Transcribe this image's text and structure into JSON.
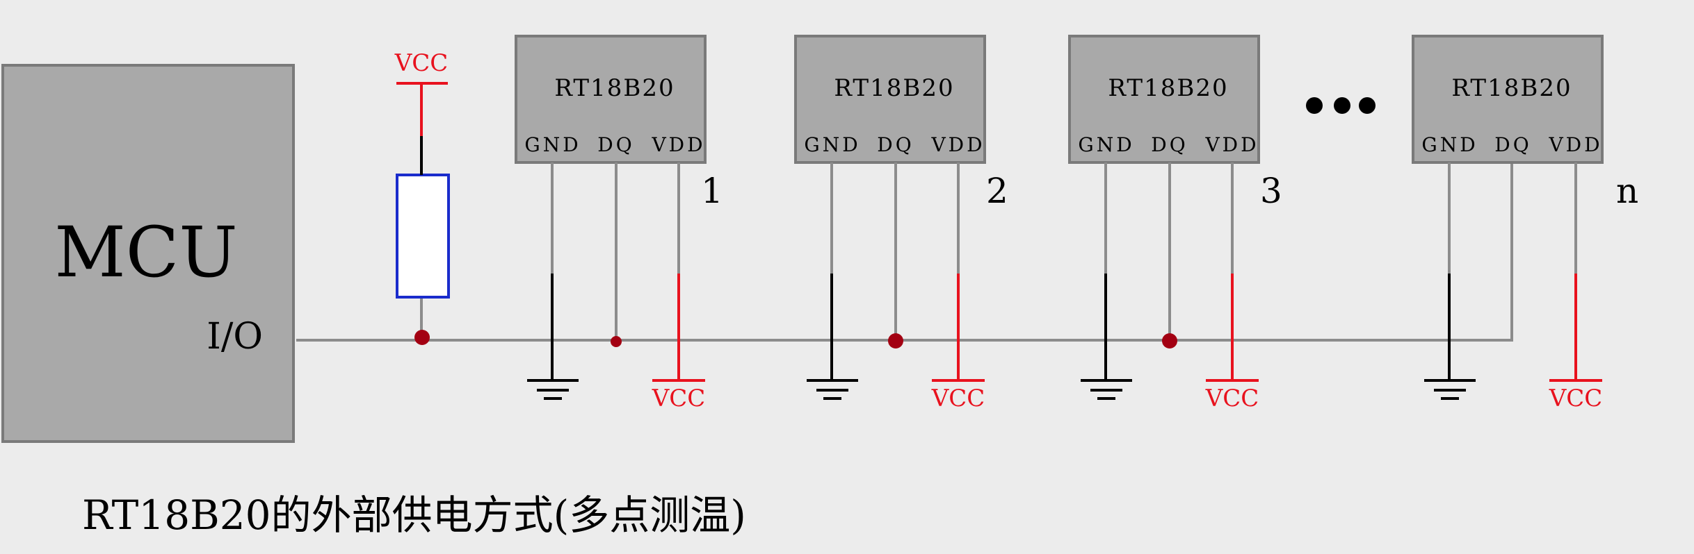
{
  "mcu": {
    "label": "MCU",
    "io_label": "I/O"
  },
  "pullup": {
    "vcc_label": "VCC"
  },
  "sensors": [
    {
      "name": "RT18B20",
      "number": "1",
      "pins": [
        "GND",
        "DQ",
        "VDD"
      ],
      "vcc_label": "VCC"
    },
    {
      "name": "RT18B20",
      "number": "2",
      "pins": [
        "GND",
        "DQ",
        "VDD"
      ],
      "vcc_label": "VCC"
    },
    {
      "name": "RT18B20",
      "number": "3",
      "pins": [
        "GND",
        "DQ",
        "VDD"
      ],
      "vcc_label": "VCC"
    },
    {
      "name": "RT18B20",
      "number": "n",
      "pins": [
        "GND",
        "DQ",
        "VDD"
      ],
      "vcc_label": "VCC"
    }
  ],
  "caption": "RT18B20的外部供电方式(多点测温)",
  "colors": {
    "background": "#ececec",
    "block_fill": "#a9a9a9",
    "block_stroke": "#7a7a7a",
    "wire": "#8c8c8c",
    "ground": "#000000",
    "vcc": "#e8121e",
    "junction": "#a30012",
    "resistor": "#1a2ccc"
  }
}
